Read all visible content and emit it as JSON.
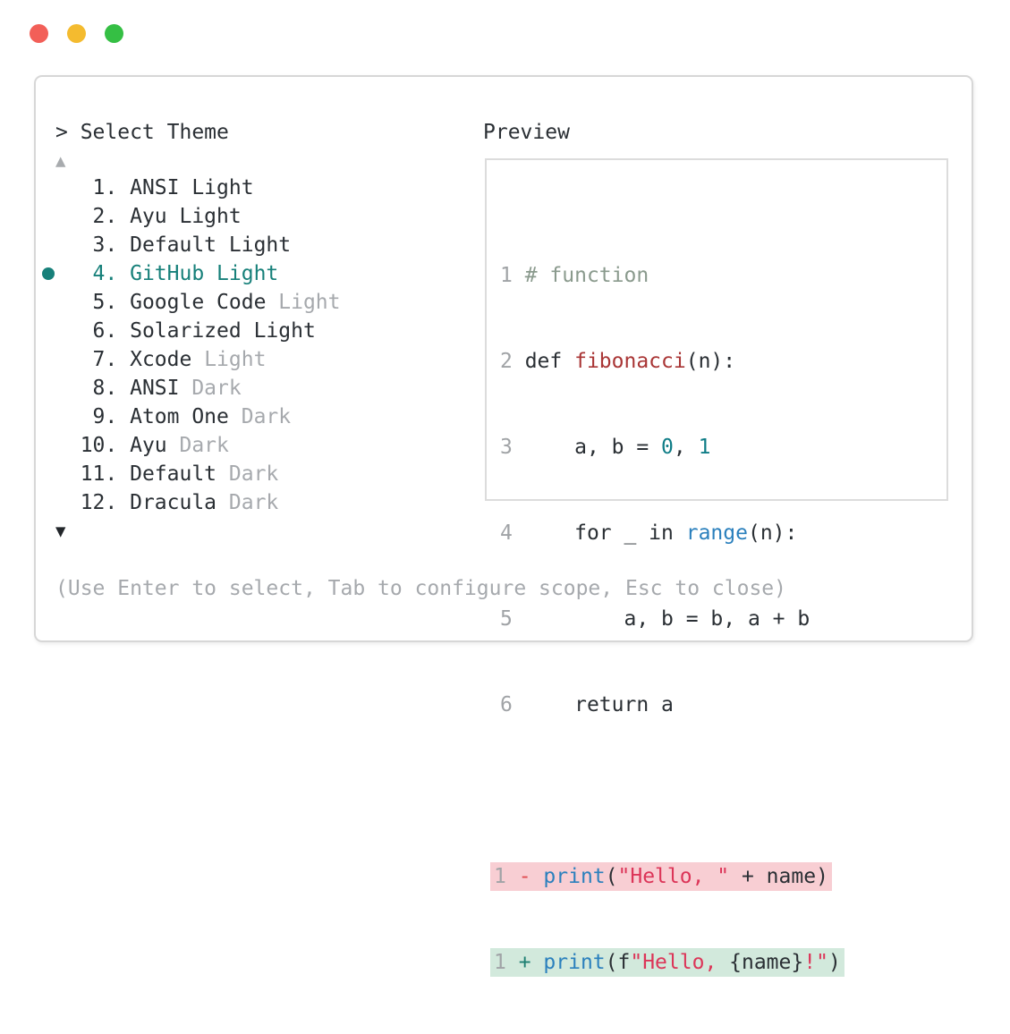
{
  "colors": {
    "accent_teal": "#17807a",
    "traffic_red": "#f25f58",
    "traffic_yellow": "#f4bb2f",
    "traffic_green": "#35bf44",
    "diff_removed_bg": "#f8ced3",
    "diff_added_bg": "#d2e9dc",
    "string_red": "#dc3558",
    "builtin_blue": "#2b80bd",
    "function_red": "#a93535",
    "number_teal": "#0f7d87",
    "comment_gray_green": "#8a9a8d",
    "muted_gray": "#a6a9ad",
    "text_dark": "#2a2f34"
  },
  "window": {
    "prompt": "> Select Theme"
  },
  "theme_list": {
    "scroll_up_symbol": "▲",
    "scroll_down_symbol": "▼",
    "items": [
      {
        "number": "   1. ",
        "name": "ANSI Light"
      },
      {
        "number": "   2. ",
        "name": "Ayu Light"
      },
      {
        "number": "   3. ",
        "name": "Default Light"
      },
      {
        "number": "   4. ",
        "name": "GitHub Light",
        "selected": true
      },
      {
        "number": "   5. ",
        "name": "Google Code",
        "suffix": " Light"
      },
      {
        "number": "   6. ",
        "name": "Solarized Light"
      },
      {
        "number": "   7. ",
        "name": "Xcode",
        "suffix": " Light"
      },
      {
        "number": "   8. ",
        "name": "ANSI",
        "suffix": " Dark"
      },
      {
        "number": "   9. ",
        "name": "Atom One",
        "suffix": " Dark"
      },
      {
        "number": "  10. ",
        "name": "Ayu",
        "suffix": " Dark"
      },
      {
        "number": "  11. ",
        "name": "Default",
        "suffix": " Dark"
      },
      {
        "number": "  12. ",
        "name": "Dracula",
        "suffix": " Dark"
      }
    ]
  },
  "preview": {
    "title": "Preview",
    "code_lines": [
      {
        "segs": [
          {
            "t": "1 ",
            "c": "ln"
          },
          {
            "t": "# function",
            "c": "comment"
          }
        ]
      },
      {
        "segs": [
          {
            "t": "2 ",
            "c": "ln"
          },
          {
            "t": "def ",
            "c": "code"
          },
          {
            "t": "fibonacci",
            "c": "func"
          },
          {
            "t": "(n):",
            "c": "code"
          }
        ]
      },
      {
        "segs": [
          {
            "t": "3 ",
            "c": "ln"
          },
          {
            "t": "    a, b = ",
            "c": "code"
          },
          {
            "t": "0",
            "c": "num"
          },
          {
            "t": ", ",
            "c": "code"
          },
          {
            "t": "1",
            "c": "num"
          }
        ]
      },
      {
        "segs": [
          {
            "t": "4 ",
            "c": "ln"
          },
          {
            "t": "    for _ in ",
            "c": "code"
          },
          {
            "t": "range",
            "c": "builtin"
          },
          {
            "t": "(n):",
            "c": "code"
          }
        ]
      },
      {
        "segs": [
          {
            "t": "5 ",
            "c": "ln"
          },
          {
            "t": "        a, b = b, a + b",
            "c": "code"
          }
        ]
      },
      {
        "segs": [
          {
            "t": "6 ",
            "c": "ln"
          },
          {
            "t": "    return a",
            "c": "code"
          }
        ]
      },
      {
        "segs": []
      },
      {
        "bg": "removed",
        "segs": [
          {
            "t": "1 ",
            "c": "ln"
          },
          {
            "t": "- ",
            "c": "minus"
          },
          {
            "t": "print",
            "c": "builtin"
          },
          {
            "t": "(",
            "c": "code"
          },
          {
            "t": "\"Hello, \"",
            "c": "string"
          },
          {
            "t": " + name)",
            "c": "code"
          }
        ]
      },
      {
        "bg": "added",
        "segs": [
          {
            "t": "1 ",
            "c": "ln"
          },
          {
            "t": "+ ",
            "c": "plus"
          },
          {
            "t": "print",
            "c": "builtin"
          },
          {
            "t": "(f",
            "c": "code"
          },
          {
            "t": "\"Hello, ",
            "c": "string"
          },
          {
            "t": "{name}",
            "c": "code"
          },
          {
            "t": "!\"",
            "c": "string"
          },
          {
            "t": ")",
            "c": "code"
          }
        ]
      }
    ]
  },
  "help": {
    "text": "(Use Enter to select, Tab to configure scope, Esc to close)"
  }
}
